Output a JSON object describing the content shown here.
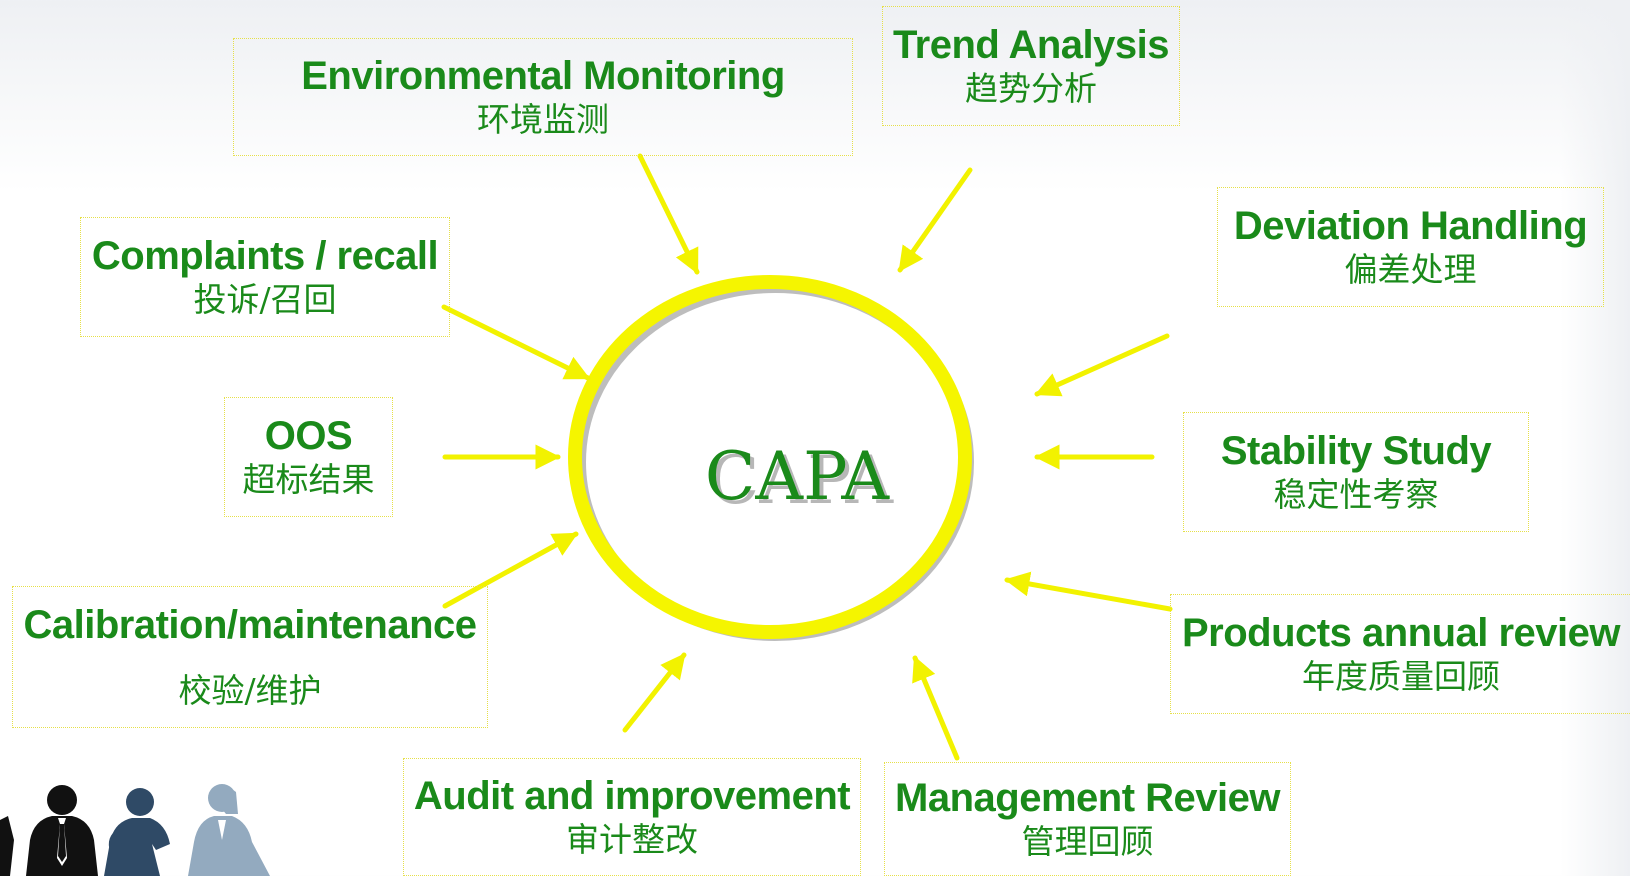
{
  "center": {
    "label": "CAPA"
  },
  "inputs": [
    {
      "id": "environmental",
      "en": "Environmental Monitoring",
      "zh": "环境监测"
    },
    {
      "id": "trend",
      "en": "Trend Analysis",
      "zh": "趋势分析"
    },
    {
      "id": "deviation",
      "en": "Deviation Handling",
      "zh": "偏差处理"
    },
    {
      "id": "complaints",
      "en": "Complaints / recall",
      "zh": "投诉/召回"
    },
    {
      "id": "oos",
      "en": "OOS",
      "zh": "超标结果"
    },
    {
      "id": "stability",
      "en": "Stability Study",
      "zh": "稳定性考察"
    },
    {
      "id": "calibration",
      "en": "Calibration/maintenance",
      "zh": "校验/维护"
    },
    {
      "id": "annual",
      "en": "Products annual review",
      "zh": "年度质量回顾"
    },
    {
      "id": "audit",
      "en": "Audit and improvement",
      "zh": "审计整改"
    },
    {
      "id": "management",
      "en": "Management Review",
      "zh": "管理回顾"
    }
  ],
  "colors": {
    "text_green": "#1a8a1a",
    "ring_yellow": "#f5f500",
    "arrow_yellow": "#f2f200",
    "box_border": "#e6e04a"
  },
  "decoration": {
    "icon": "people-silhouettes-icon"
  }
}
